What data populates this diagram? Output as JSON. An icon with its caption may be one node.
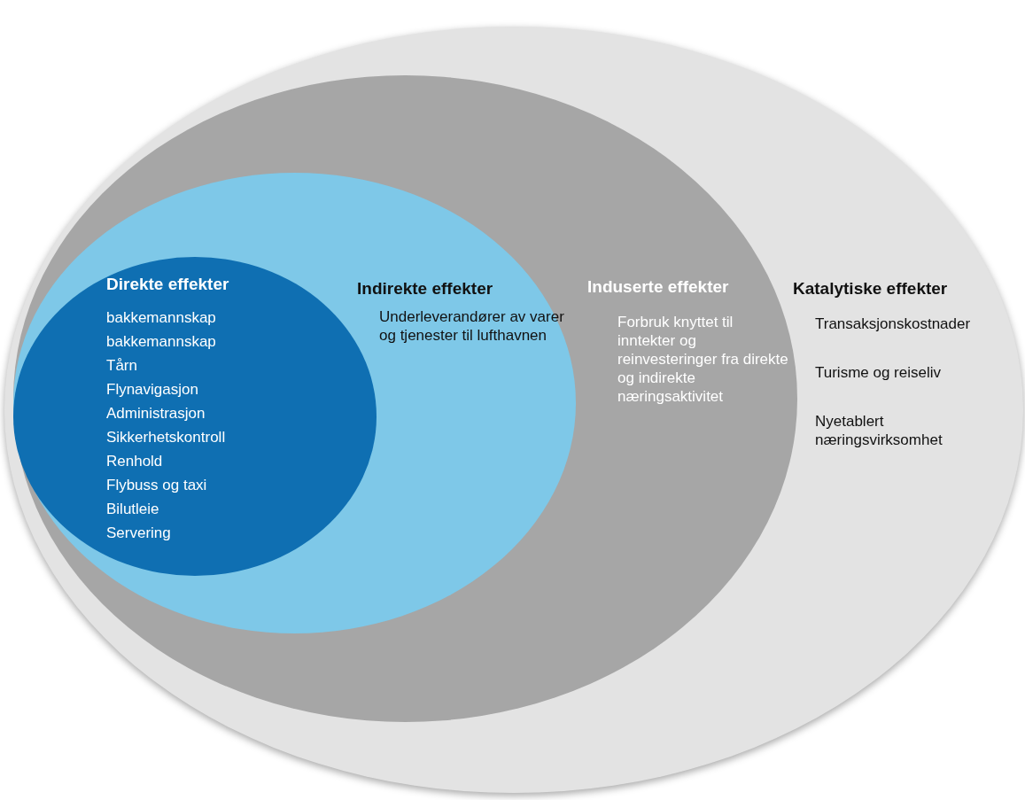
{
  "diagram": {
    "nodes": [
      {
        "text": [
          "Katalytiske effekter",
          "Transaksjonskostnader",
          "Turisme og reiseliv",
          "Nyetablert næringsvirksomhet"
        ]
      },
      {
        "text": [
          "Induserte effekter",
          "Forbruk knyttet til inntekter og reinvesteringer fra direkte og indirekte næringsaktivitet"
        ],
        "in": 0
      },
      {
        "text": [
          "Indirekte effekter",
          "Underleverandører av varer og tjenester til lufthavnen"
        ],
        "in": 1
      },
      {
        "text": [
          "Direkte effekter",
          "bakkemannskap",
          "bakkemannskap",
          "Tårn",
          "Flynavigasjon",
          "Administrasjon",
          "Sikkerhetskontroll",
          "Renhold",
          "Flybuss og taxi",
          "Bilutleie",
          "Servering"
        ],
        "in": 2
      }
    ]
  }
}
